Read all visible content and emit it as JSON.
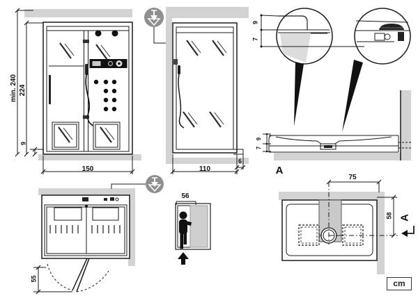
{
  "figure": {
    "type": "technical-installation-diagram",
    "unit_label": "cm"
  },
  "front_view": {
    "dim_min_ceiling_height": "min. 240",
    "dim_cabin_height": "224",
    "dim_tray_height": "9",
    "dim_width": "150"
  },
  "side_view": {
    "dim_depth": "110",
    "dim_tray_overhang": "6"
  },
  "detail_circles": {
    "dim_upper": "9",
    "dim_lower": "7"
  },
  "tray_section": {
    "label": "A",
    "dim_rim_height": "9",
    "dim_base_height": "7"
  },
  "plan_view": {
    "dim_door_clearance": "55"
  },
  "entry_view": {
    "dim_entry_width": "56"
  },
  "tray_plan": {
    "dim_drain_to_wall": "75",
    "dim_drain_to_back": "58",
    "section_label": "A"
  },
  "icons": [
    "equipotential-bonding-icon",
    "person-entry-icon",
    "magnifier-detail-circles",
    "section-arrow-icon"
  ],
  "colors": {
    "wall_gray": "#d3d3d3",
    "panel_gray": "#cfcfcf",
    "icon_gray": "#8f8f8f",
    "line": "#1a1a1a"
  }
}
